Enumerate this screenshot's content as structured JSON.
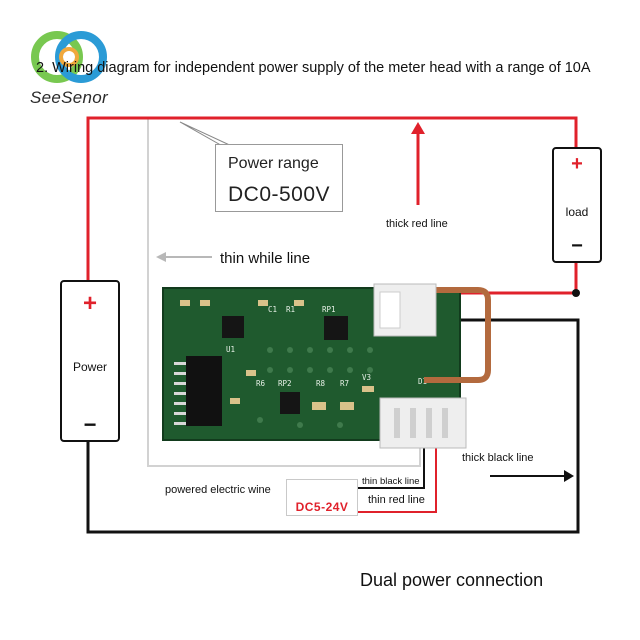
{
  "brand": {
    "name": "SeeSenor",
    "logo_colors": {
      "ring_left": "#78c850",
      "ring_right": "#2b9bd6",
      "ring_inner": "#f0a83c"
    }
  },
  "headline": "2. Wiring diagram for independent power supply of the meter head with a range of 10A",
  "power_source": {
    "label": "Power",
    "plus": "+",
    "minus": "−"
  },
  "load": {
    "label": "load",
    "plus": "+",
    "minus": "−"
  },
  "power_range": {
    "title": "Power range",
    "value": "DC0-500V"
  },
  "annotations": {
    "thick_red_line": "thick red line",
    "thin_white_line": "thin while line",
    "thick_black_line": "thick black line",
    "thin_black_line": "thin black line",
    "thin_red_line": "thin red line",
    "powered_electric_wire": "powered electric wine"
  },
  "supply": {
    "value": "DC5-24V"
  },
  "pcb_silkscreen": {
    "r1": "R1",
    "u1": "U1",
    "r6": "R6",
    "rp2": "RP2",
    "r8": "R8",
    "r7": "R7",
    "v3": "V3",
    "c1": "C1",
    "rp1": "RP1",
    "d1": "D1"
  },
  "footer": "Dual power connection",
  "colors": {
    "red_wire": "#e0212b",
    "black_wire": "#111111",
    "pcb_green": "#1f5a2e",
    "connector": "#eeeeee",
    "shunt": "#b36a3e"
  }
}
